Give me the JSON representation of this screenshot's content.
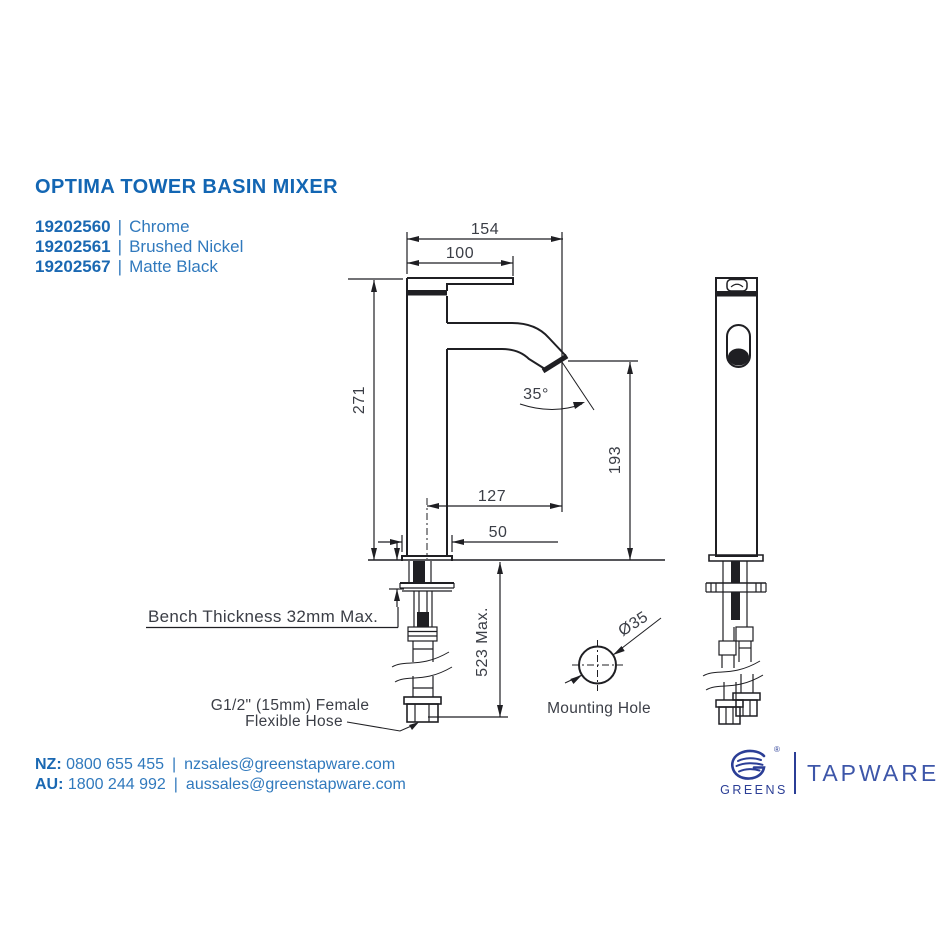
{
  "page": {
    "title": "OPTIMA TOWER BASIN MIXER",
    "separator": "|",
    "variants": [
      {
        "code": "19202560",
        "finish": "Chrome"
      },
      {
        "code": "19202561",
        "finish": "Brushed Nickel"
      },
      {
        "code": "19202567",
        "finish": "Matte Black"
      }
    ]
  },
  "drawing": {
    "dims": {
      "width_overall": "154",
      "handle_reach": "100",
      "body_height": "271",
      "spout_outlet_height": "193",
      "spout_reach": "127",
      "base_width": "50",
      "total_height": "523 Max.",
      "spout_angle": "35°",
      "hole_diameter": "Ø35"
    },
    "labels": {
      "bench_thickness": "Bench Thickness 32mm  Max.",
      "hose_line1": "G1/2\" (15mm) Female",
      "hose_line2": "Flexible Hose",
      "mounting_hole": "Mounting Hole"
    }
  },
  "footer": {
    "separator": "|",
    "nz": {
      "label": "NZ:",
      "phone": "0800 655 455",
      "email": "nzsales@greenstapware.com"
    },
    "au": {
      "label": "AU:",
      "phone": "1800 244 992",
      "email": "aussales@greenstapware.com"
    }
  },
  "logo": {
    "brand": "GREENS",
    "product_line": "TAPWARE",
    "registered": "®"
  },
  "colors": {
    "brand_blue": "#1366b3",
    "text_blue": "#3079bd",
    "logo_blue": "#2b3e96",
    "line": "#1f1f23",
    "dim_text": "#3b3e46"
  }
}
